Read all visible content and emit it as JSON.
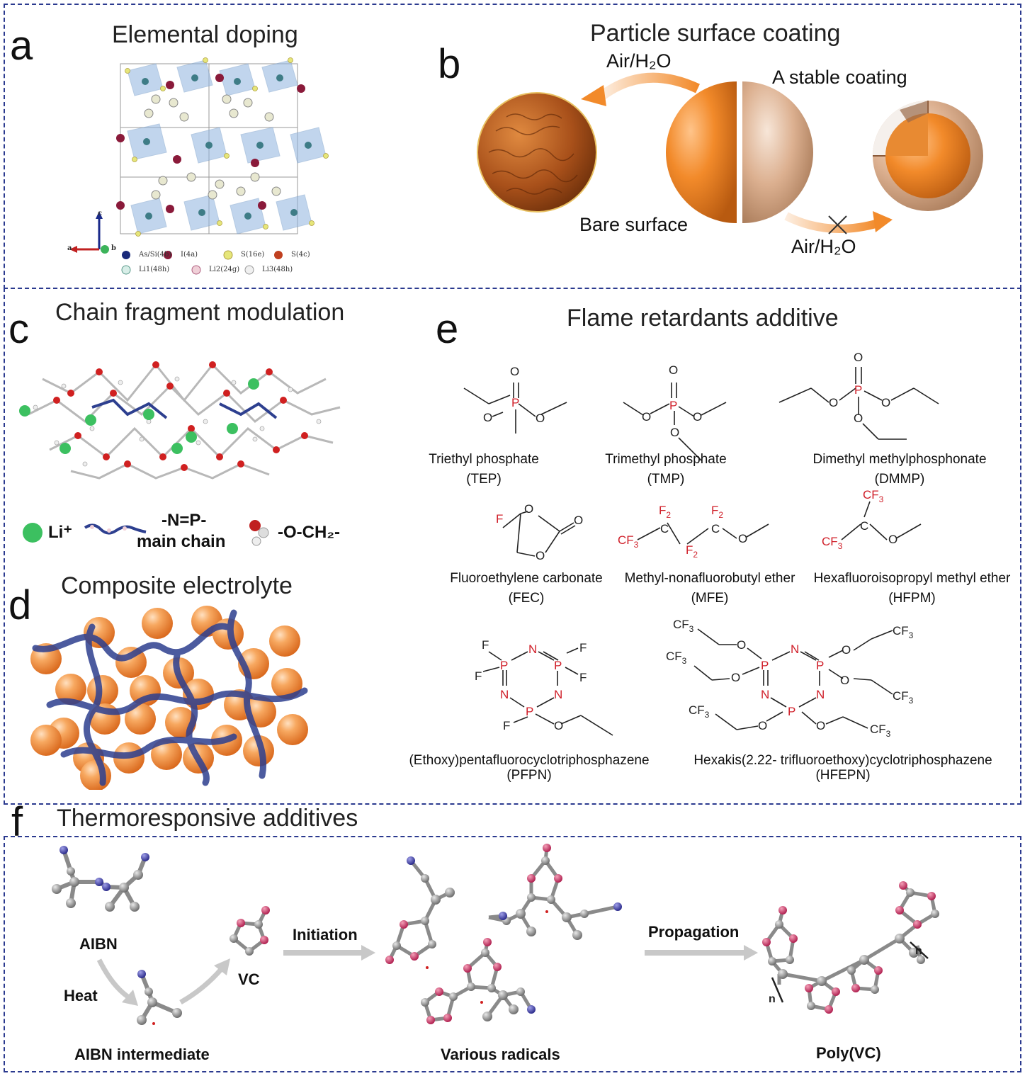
{
  "panel_a": {
    "letter": "a",
    "title": "Elemental doping",
    "axes": {
      "c": "c",
      "b": "b",
      "a": "a"
    },
    "legend": [
      "As/Si(4b)",
      "I(4a)",
      "S(16e)",
      "S(4c)",
      "Li1(48h)",
      "Li2(24g)",
      "Li3(48h)"
    ]
  },
  "panel_b": {
    "letter": "b",
    "title": "Particle surface coating",
    "air_top": "Air/H₂O",
    "stable": "A stable coating",
    "bare": "Bare surface",
    "air_bottom": "Air/H₂O"
  },
  "panel_c": {
    "letter": "c",
    "title": "Chain fragment modulation",
    "legend_li": "Li⁺",
    "legend_chain_1": "-N=P-",
    "legend_chain_2": "main chain",
    "legend_och2": "-O-CH₂-"
  },
  "panel_d": {
    "letter": "d",
    "title": "Composite electrolyte"
  },
  "panel_e": {
    "letter": "e",
    "title": "Flame retardants additive",
    "compounds": [
      {
        "name": "Triethyl phosphate",
        "abbr": "(TEP)"
      },
      {
        "name": "Trimethyl phosphate",
        "abbr": "(TMP)"
      },
      {
        "name": "Dimethyl methylphosphonate",
        "abbr": "(DMMP)"
      },
      {
        "name": "Fluoroethylene carbonate",
        "abbr": "(FEC)"
      },
      {
        "name": "Methyl-nonafluorobutyl ether",
        "abbr": "(MFE)"
      },
      {
        "name": "Hexafluoroisopropyl methyl ether",
        "abbr": "(HFPM)"
      },
      {
        "name": "(Ethoxy)pentafluorocyclotriphosphazene",
        "abbr": "(PFPN)"
      },
      {
        "name": "Hexakis(2.22- trifluoroethoxy)cyclotriphosphazene",
        "abbr": "(HFEPN)"
      }
    ]
  },
  "panel_f": {
    "letter": "f",
    "title": "Thermoresponsive additives",
    "aibn": "AIBN",
    "heat": "Heat",
    "intermediate": "AIBN intermediate",
    "vc": "VC",
    "initiation": "Initiation",
    "radicals": "Various radicals",
    "propagation": "Propagation",
    "poly": "Poly(VC)"
  },
  "colors": {
    "border": "#2b3a8f",
    "orange": "#f0801e",
    "beige": "#d9aa87",
    "chain_blue": "#2d3f8f",
    "phosphorus_red": "#d0202a",
    "atom_gray": "#9a9a9a",
    "atom_red": "#d0406a",
    "atom_blue": "#3c3c9c"
  }
}
